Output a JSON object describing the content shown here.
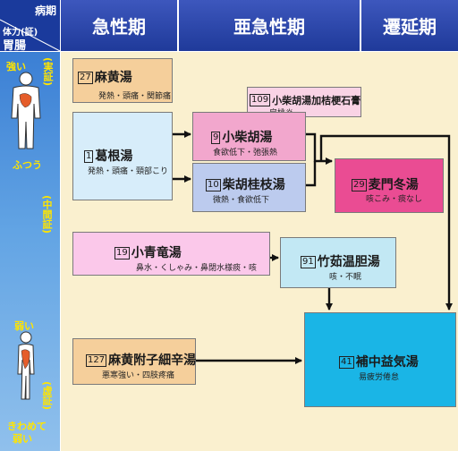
{
  "header": {
    "corner_top": "病期",
    "corner_bottom_small": "体力(証)",
    "corner_bottom_large": "胃腸",
    "phases": [
      "急性期",
      "亜急性期",
      "遷延期"
    ]
  },
  "axis": {
    "strong": "強い",
    "jissho": "(実証)",
    "normal": "ふつう",
    "chukansho": "(中間証)",
    "weak": "弱い",
    "kyosho": "(虚証)",
    "very_weak_1": "きわめて",
    "very_weak_2": "弱い"
  },
  "formulas": [
    {
      "num": "27",
      "name": "麻黄湯",
      "desc": "発熱・頭痛・関節痛",
      "color": "#f5cf9b"
    },
    {
      "num": "1",
      "name": "葛根湯",
      "desc": "発熱・頭痛・頸部こり",
      "color": "#d7edfa"
    },
    {
      "num": "109",
      "name": "小柴胡湯加桔梗石膏",
      "desc": "扁桃炎",
      "color": "#f9d3e5"
    },
    {
      "num": "9",
      "name": "小柴胡湯",
      "desc": "食欲低下・弛張熱",
      "color": "#f2a7cd"
    },
    {
      "num": "10",
      "name": "柴胡桂枝湯",
      "desc": "微熱・食欲低下",
      "color": "#bccbee"
    },
    {
      "num": "29",
      "name": "麦門冬湯",
      "desc": "咳こみ・痰なし",
      "color": "#ea4c93"
    },
    {
      "num": "19",
      "name": "小青竜湯",
      "desc": "鼻水・くしゃみ・鼻閉",
      "desc2": "水様痰・咳",
      "color": "#fbc8ea"
    },
    {
      "num": "91",
      "name": "竹茹温胆湯",
      "desc": "咳・不眠",
      "color": "#c2e8f4"
    },
    {
      "num": "127",
      "name": "麻黄附子細辛湯",
      "desc": "悪寒強い・四肢疼痛",
      "color": "#f5cf9b"
    },
    {
      "num": "41",
      "name": "補中益気湯",
      "desc": "易疲労倦怠",
      "color": "#1ab5e6"
    }
  ],
  "colors": {
    "header": "#1f3a9a",
    "axis_text": "#ffe500",
    "background": "#faf0cf",
    "arrow": "#111111"
  },
  "icons": [
    "strong-person-icon",
    "weak-person-icon"
  ]
}
